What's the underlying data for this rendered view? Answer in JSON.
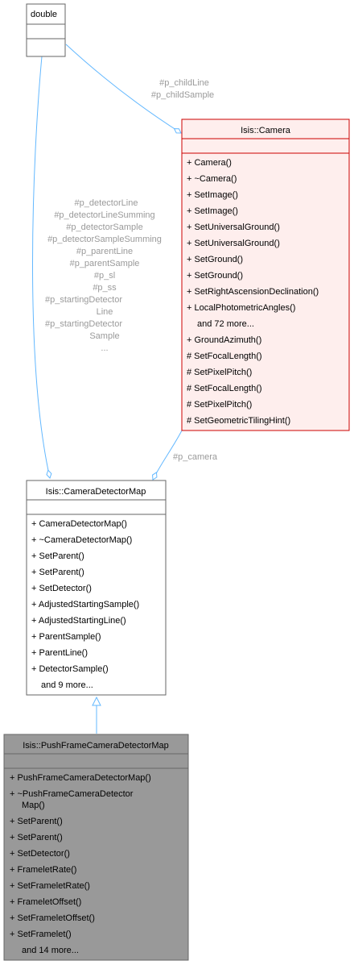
{
  "colors": {
    "edge": "#63b8ff",
    "camera_fill": "#feeeed",
    "camera_border": "#cc0000",
    "plain_fill": "#ffffff",
    "plain_border": "#666666",
    "focus_fill": "#999999",
    "focus_border": "#666666",
    "label_gray": "#9a9a9a"
  },
  "classes": {
    "double": {
      "name": "double"
    },
    "camera": {
      "name": "Isis::Camera",
      "members": [
        "+ Camera()",
        "+ ~Camera()",
        "+ SetImage()",
        "+ SetImage()",
        "+ SetUniversalGround()",
        "+ SetUniversalGround()",
        "+ SetGround()",
        "+ SetGround()",
        "+ SetRightAscensionDeclination()",
        "+ LocalPhotometricAngles()",
        "and 72 more...",
        "+ GroundAzimuth()",
        "# SetFocalLength()",
        "# SetPixelPitch()",
        "# SetFocalLength()",
        "# SetPixelPitch()",
        "# SetGeometricTilingHint()"
      ]
    },
    "camera_detector_map": {
      "name": "Isis::CameraDetectorMap",
      "members": [
        "+ CameraDetectorMap()",
        "+ ~CameraDetectorMap()",
        "+ SetParent()",
        "+ SetParent()",
        "+ SetDetector()",
        "+ AdjustedStartingSample()",
        "+ AdjustedStartingLine()",
        "+ ParentSample()",
        "+ ParentLine()",
        "+ DetectorSample()",
        "and 9 more..."
      ]
    },
    "push_frame": {
      "name": "Isis::PushFrameCameraDetectorMap",
      "members": [
        "+ PushFrameCameraDetectorMap()",
        "+ ~PushFrameCameraDetector",
        "Map()",
        "+ SetParent()",
        "+ SetParent()",
        "+ SetDetector()",
        "+ FrameletRate()",
        "+ SetFrameletRate()",
        "+ FrameletOffset()",
        "+ SetFrameletOffset()",
        "+ SetFramelet()",
        "and 14 more..."
      ]
    }
  },
  "edges": {
    "double_to_camera": [
      "#p_childLine",
      "#p_childSample"
    ],
    "double_to_cdm": [
      "#p_detectorLine",
      "#p_detectorLineSumming",
      "#p_detectorSample",
      "#p_detectorSampleSumming",
      "#p_parentLine",
      "#p_parentSample",
      "#p_sl",
      "#p_ss",
      "#p_startingDetector",
      "Line",
      "#p_startingDetector",
      "Sample",
      "..."
    ],
    "camera_to_cdm": [
      "#p_camera"
    ]
  }
}
